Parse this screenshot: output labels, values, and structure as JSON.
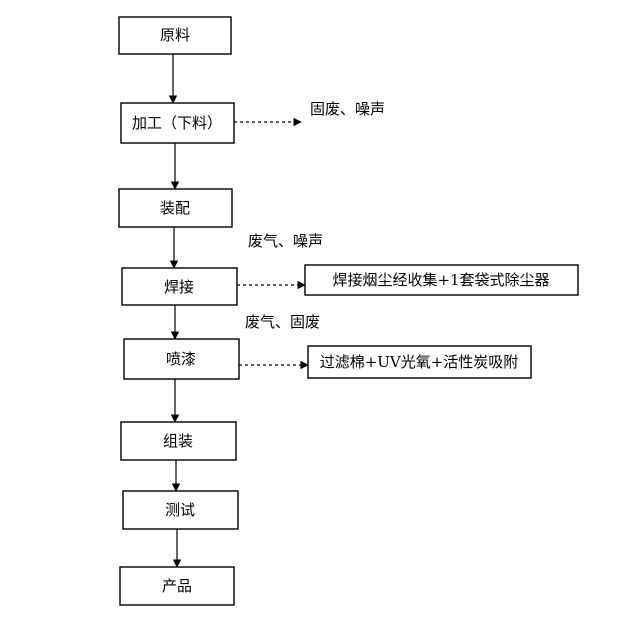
{
  "process": {
    "steps": [
      {
        "label": "原料"
      },
      {
        "label": "加工（下料）"
      },
      {
        "label": "装配"
      },
      {
        "label": "焊接"
      },
      {
        "label": "喷漆"
      },
      {
        "label": "组装"
      },
      {
        "label": "测试"
      },
      {
        "label": "产品"
      }
    ]
  },
  "emissions": {
    "processing_output": "固废、噪声",
    "assembly_output": "废气、噪声",
    "welding_output": "废气、固废"
  },
  "treatment": {
    "welding_treatment": "焊接烟尘经收集+1套袋式除尘器",
    "painting_treatment": "过滤棉+UV光氧+活性炭吸附"
  },
  "colors": {
    "line": "#000000",
    "box_fill": "#ffffff"
  }
}
